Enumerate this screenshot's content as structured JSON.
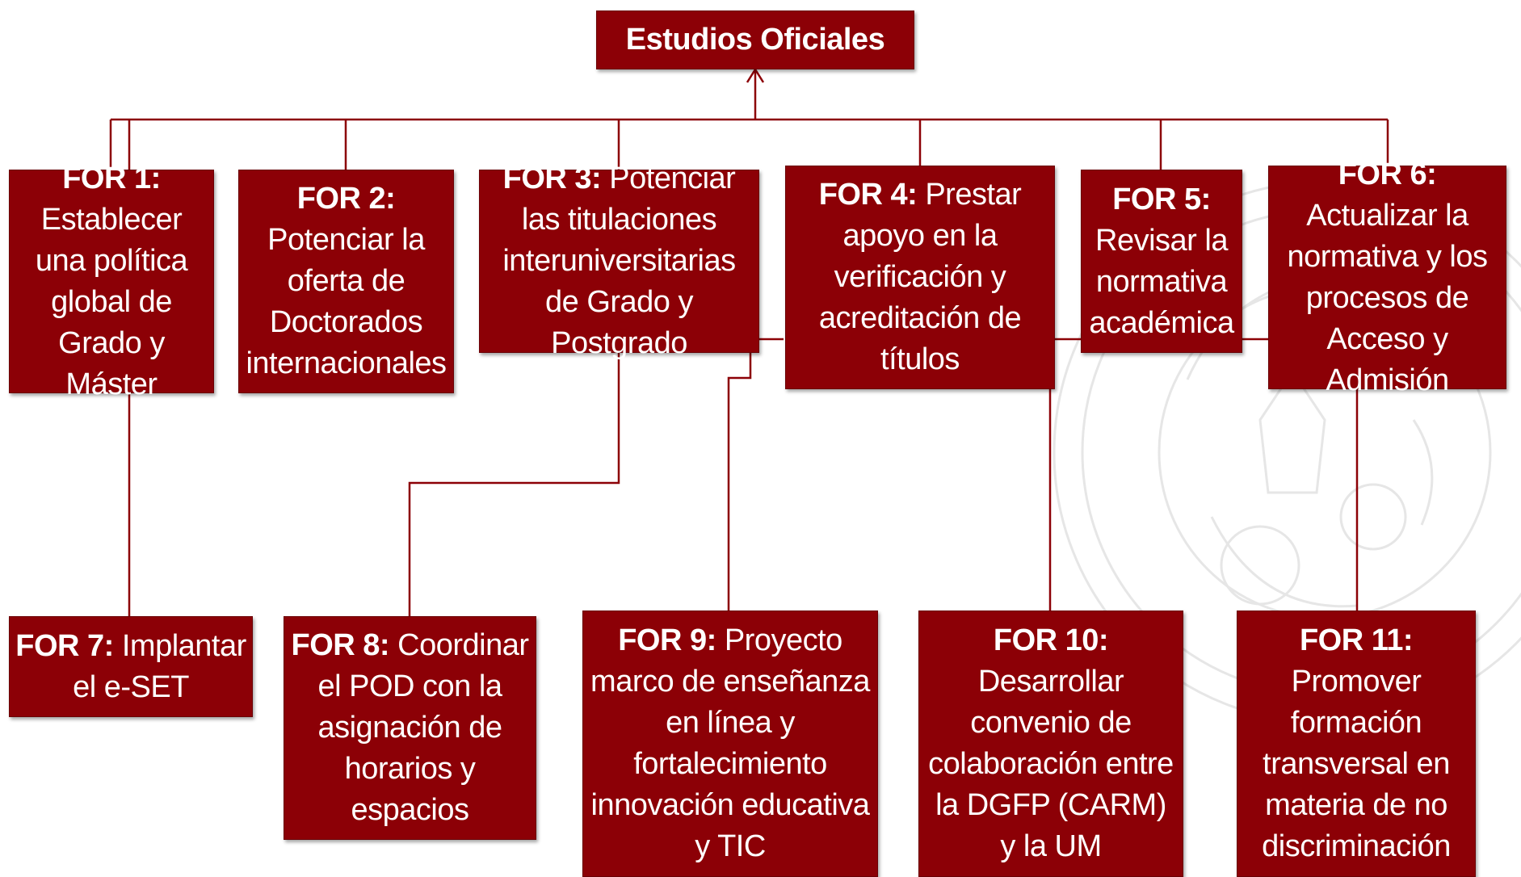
{
  "root": {
    "label": "Estudios Oficiales"
  },
  "nodes": [
    {
      "id": "for1",
      "code": "FOR 1:",
      "text": "Establecer una política global de Grado y Máster"
    },
    {
      "id": "for2",
      "code": "FOR 2:",
      "text": "Potenciar la oferta de Doctorados internacionales"
    },
    {
      "id": "for3",
      "code": "FOR 3:",
      "text": "Potenciar las titulaciones interuniversitarias de Grado y Postgrado"
    },
    {
      "id": "for4",
      "code": "FOR 4:",
      "text": "Prestar apoyo en la verificación y acreditación de títulos"
    },
    {
      "id": "for5",
      "code": "FOR 5:",
      "text": "Revisar la normativa académica"
    },
    {
      "id": "for6",
      "code": "FOR 6:",
      "text": "Actualizar la normativa y los procesos de Acceso y Admisión"
    },
    {
      "id": "for7",
      "code": "FOR 7:",
      "text": "Implantar el e-SET"
    },
    {
      "id": "for8",
      "code": "FOR 8:",
      "text": "Coordinar el POD con la asignación de horarios y espacios"
    },
    {
      "id": "for9",
      "code": "FOR 9:",
      "text": "Proyecto marco de enseñanza en línea y fortalecimiento innovación educativa y TIC"
    },
    {
      "id": "for10",
      "code": "FOR 10:",
      "text": "Desarrollar convenio de colaboración entre la DGFP (CARM) y la UM"
    },
    {
      "id": "for11",
      "code": "FOR 11:",
      "text": "Promover formación transversal en materia de no discriminación"
    }
  ],
  "colors": {
    "box": "#8c0006",
    "line": "#8c0006",
    "text": "#ffffff",
    "watermark": "#e4e4e4"
  }
}
